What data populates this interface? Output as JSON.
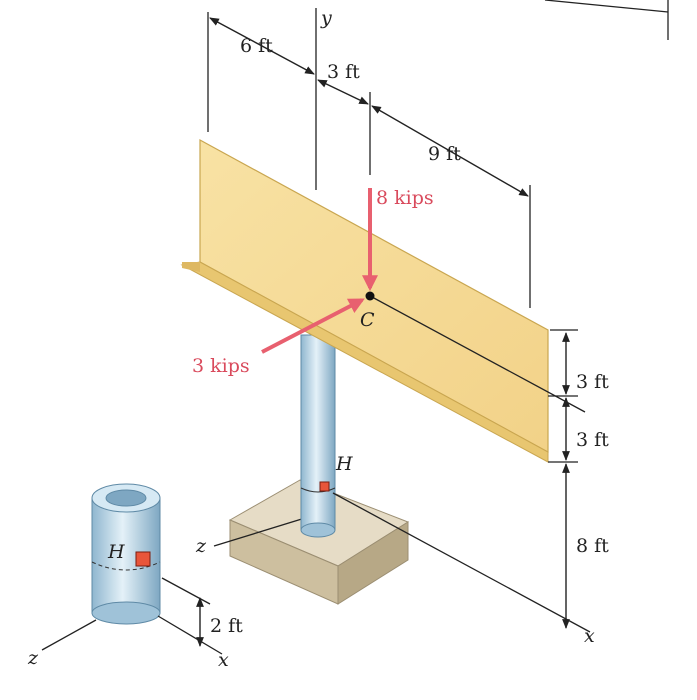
{
  "figure": {
    "axes": {
      "y": "y",
      "z": "z",
      "x": "x"
    },
    "point_c": "C",
    "point_h": "H",
    "forces": {
      "vertical": "8 kips",
      "horizontal": "3 kips"
    },
    "dimensions": {
      "d1": "6 ft",
      "d2": "3 ft",
      "d3": "9 ft",
      "v1": "3 ft",
      "v2": "3 ft",
      "v3": "8 ft",
      "inset": "2 ft"
    },
    "inset": {
      "point": "H",
      "axis_z": "z",
      "axis_x": "x"
    },
    "colors": {
      "sign": "#f6dc96",
      "sign_edge": "#c9a650",
      "pole": "#b8d6e8",
      "base": "#d8ccb2",
      "force": "#e8606f",
      "marker": "#e8553a"
    }
  }
}
